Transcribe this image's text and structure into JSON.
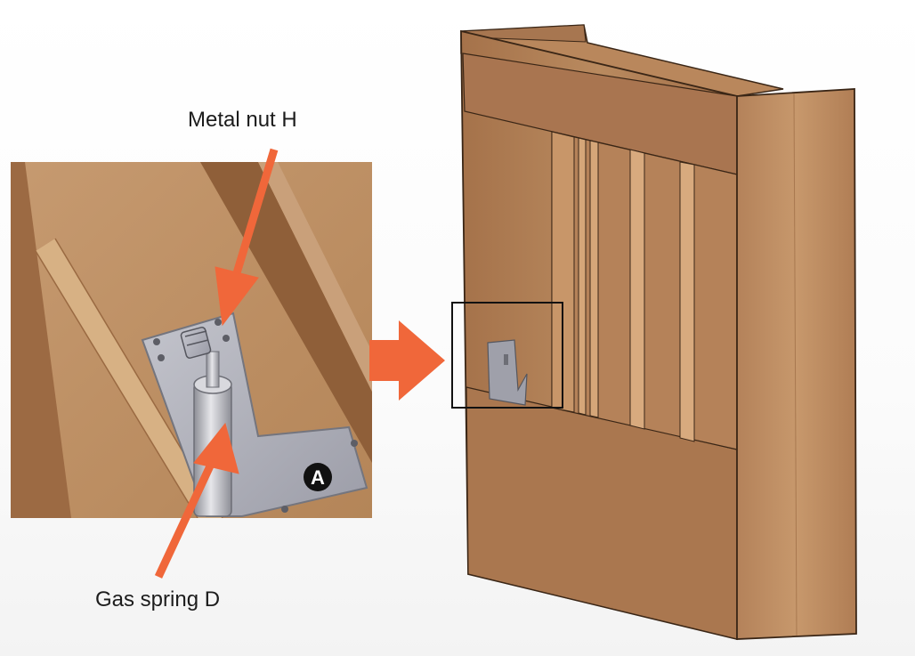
{
  "labels": {
    "metal_nut": "Metal nut H",
    "gas_spring": "Gas spring D",
    "badge": "A"
  },
  "colors": {
    "arrow": "#f0673a",
    "wood_light": "#c89a6e",
    "wood_mid": "#b07c50",
    "wood_dark": "#8a5a35",
    "bracket": "#a8a9b3",
    "outline": "#1a1a1a"
  },
  "icons": {
    "zoom_arrow": "right-arrow-icon",
    "callout_arrows": "pointer-arrow-icon"
  }
}
